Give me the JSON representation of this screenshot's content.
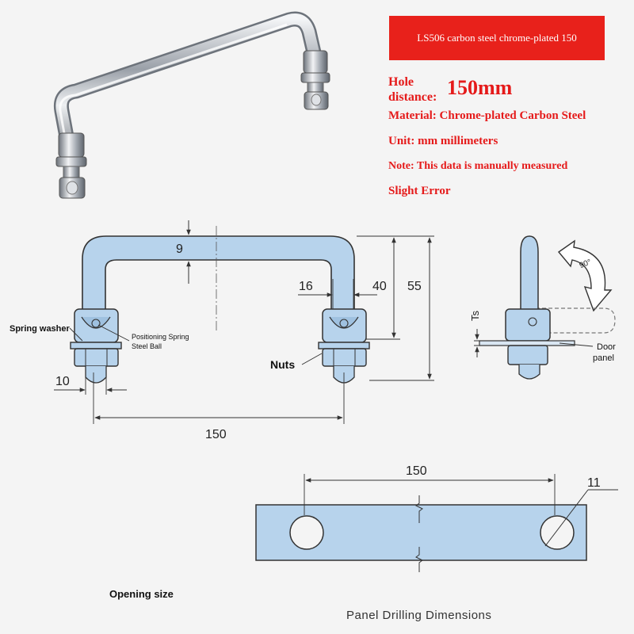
{
  "banner": {
    "title": "LS506 carbon steel chrome-plated 150"
  },
  "specs": {
    "hole_label": "Hole distance:",
    "hole_value": "150mm",
    "material": "Material: Chrome-plated Carbon Steel",
    "unit": "Unit: mm millimeters",
    "note": "Note: This data is manually measured",
    "error": "Slight Error"
  },
  "handle_drawing": {
    "dim_thickness": "9",
    "dim_16": "16",
    "dim_40": "40",
    "dim_55": "55",
    "dim_10": "10",
    "dim_150": "150",
    "label_spring_washer": "Spring washer",
    "label_ball_line1": "Positioning Spring",
    "label_ball_line2": "Steel Ball",
    "label_nuts": "Nuts"
  },
  "side_view": {
    "angle": "90°",
    "ts": "Ts",
    "door_line1": "Door",
    "door_line2": "panel"
  },
  "panel_drawing": {
    "dim_150": "150",
    "dim_11": "11",
    "opening_size": "Opening size",
    "title": "Panel Drilling Dimensions"
  },
  "colors": {
    "banner_bg": "#e8211b",
    "spec_text": "#e51a1a",
    "part_fill": "#b7d3ec",
    "outline": "#333333"
  }
}
